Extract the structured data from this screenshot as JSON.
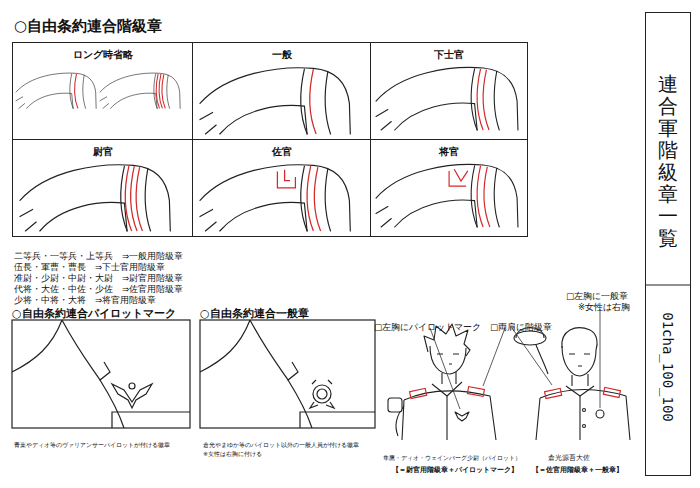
{
  "diagram": {
    "title": "○自由条約連合階級章",
    "nodes": [
      {
        "text": [
          "ロング時省略"
        ]
      },
      {
        "text": [
          "一般"
        ]
      },
      {
        "text": [
          "下士官"
        ]
      },
      {
        "text": [
          "尉官"
        ]
      },
      {
        "text": [
          "佐官"
        ]
      },
      {
        "text": [
          "将官"
        ]
      },
      {
        "text": [
          "○自由条約連合パイロットマーク"
        ]
      },
      {
        "text": [
          "○自由条約連合一般章"
        ]
      },
      {
        "text": [
          "連合軍階級章一覧",
          "01cha_100_100"
        ]
      }
    ],
    "labels": [
      "二等兵・一等兵・上等兵　⇒一般用階級章",
      "伍長・軍曹・曹長　⇒下士官用階級章",
      "准尉・少尉・中尉・大尉　⇒尉官用階級章",
      "代将・大佐・中佐・少佐　⇒佐官用階級章",
      "少将・中将・大将　⇒将官用階級章",
      "青葉やディオ等のヴァリアンサーパイロットが付ける徽章",
      "倉光やまゆか等のパイロット以外の一般人員が付ける徽章",
      "※女性は右胸に付ける",
      "□左胸にパイロットマーク",
      "□両肩に階級章",
      "□左胸に一般章",
      "※女性は右胸",
      "隼鷹・ディオ・ウェインバーグ少尉（パイロット）",
      "【＝尉官用階級章＋パイロットマーク】",
      "倉光源吾大佐",
      "【＝佐官用階級章＋一般章】"
    ]
  }
}
